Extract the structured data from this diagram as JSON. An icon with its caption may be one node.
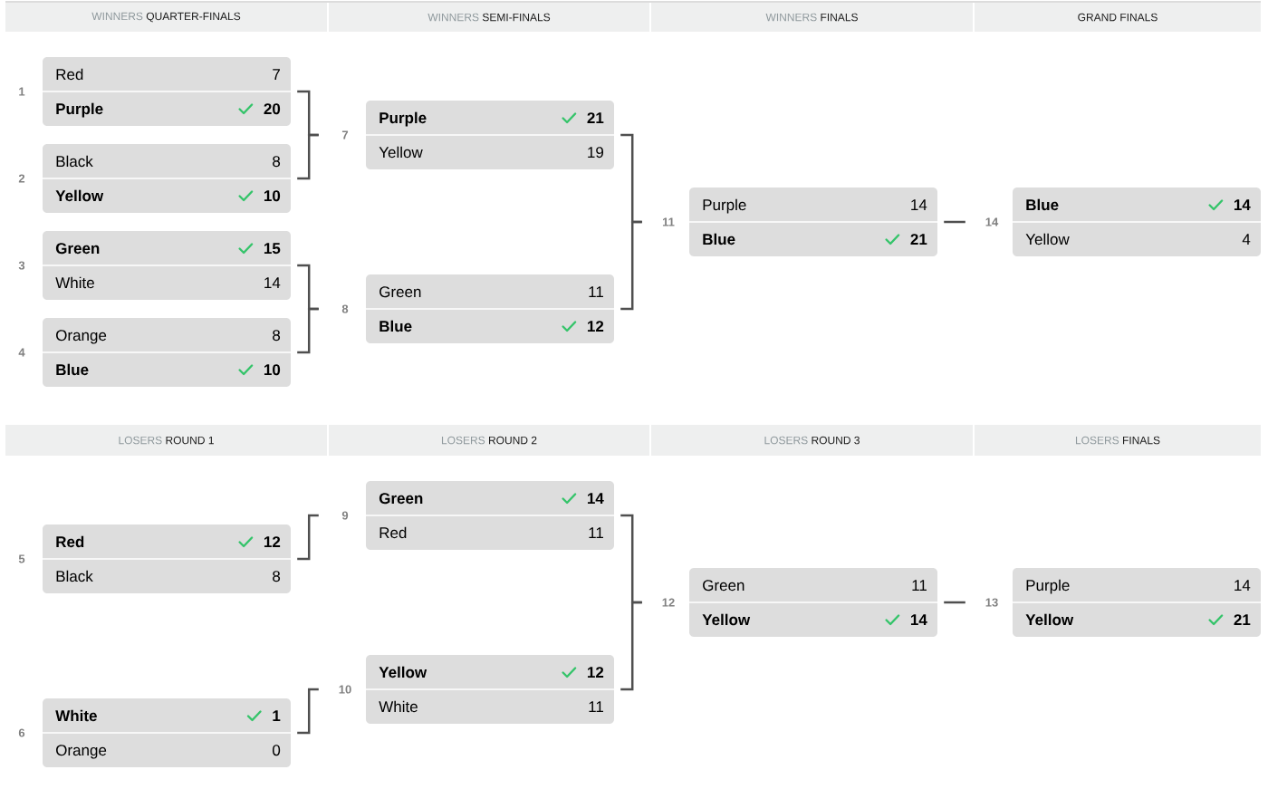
{
  "diagram": {
    "nodes": [
      {
        "text": [
          "WINNERS",
          "QUARTER-FINALS"
        ]
      },
      {
        "text": [
          "WINNERS",
          "SEMI-FINALS"
        ]
      },
      {
        "text": [
          "WINNERS",
          "FINALS"
        ]
      },
      {
        "text": [
          "GRAND FINALS"
        ]
      },
      {
        "text": [
          "Red",
          "7",
          "Purple",
          "20"
        ],
        "beside": [
          "1"
        ]
      },
      {
        "text": [
          "Black",
          "8",
          "Yellow",
          "10"
        ],
        "beside": [
          "2"
        ]
      },
      {
        "text": [
          "Green",
          "15",
          "White",
          "14"
        ],
        "beside": [
          "3"
        ]
      },
      {
        "text": [
          "Orange",
          "8",
          "Blue",
          "10"
        ],
        "beside": [
          "4"
        ]
      },
      {
        "text": [
          "Purple",
          "21",
          "Yellow",
          "19"
        ],
        "beside": [
          "7"
        ]
      },
      {
        "text": [
          "Green",
          "11",
          "Blue",
          "12"
        ],
        "beside": [
          "8"
        ]
      },
      {
        "text": [
          "Purple",
          "14",
          "Blue",
          "21"
        ],
        "beside": [
          "11"
        ]
      },
      {
        "text": [
          "Blue",
          "14",
          "Yellow",
          "4"
        ],
        "beside": [
          "14"
        ]
      },
      {
        "text": [
          "LOSERS",
          "ROUND 1"
        ]
      },
      {
        "text": [
          "LOSERS",
          "ROUND 2"
        ]
      },
      {
        "text": [
          "LOSERS",
          "ROUND 3"
        ]
      },
      {
        "text": [
          "LOSERS",
          "FINALS"
        ]
      },
      {
        "text": [
          "Red",
          "12",
          "Black",
          "8"
        ],
        "beside": [
          "5"
        ]
      },
      {
        "text": [
          "White",
          "1",
          "Orange",
          "0"
        ],
        "beside": [
          "6"
        ]
      },
      {
        "text": [
          "Green",
          "14",
          "Red",
          "11"
        ],
        "beside": [
          "9"
        ]
      },
      {
        "text": [
          "Yellow",
          "12",
          "White",
          "11"
        ],
        "beside": [
          "10"
        ]
      },
      {
        "text": [
          "Green",
          "11",
          "Yellow",
          "14"
        ],
        "beside": [
          "12"
        ]
      },
      {
        "text": [
          "Purple",
          "14",
          "Yellow",
          "21"
        ],
        "beside": [
          "13"
        ]
      }
    ],
    "edges": [
      {
        "from": 4,
        "to": 8,
        "arrow": "none"
      },
      {
        "from": 5,
        "to": 8,
        "arrow": "none"
      },
      {
        "from": 6,
        "to": 9,
        "arrow": "none"
      },
      {
        "from": 7,
        "to": 9,
        "arrow": "none"
      },
      {
        "from": 8,
        "to": 10,
        "arrow": "none"
      },
      {
        "from": 9,
        "to": 10,
        "arrow": "none"
      },
      {
        "from": 10,
        "to": 11,
        "arrow": "none"
      },
      {
        "from": 16,
        "to": 18,
        "arrow": "none"
      },
      {
        "from": 17,
        "to": 19,
        "arrow": "none"
      },
      {
        "from": 18,
        "to": 20,
        "arrow": "none"
      },
      {
        "from": 19,
        "to": 20,
        "arrow": "none"
      },
      {
        "from": 20,
        "to": 21,
        "arrow": "none"
      }
    ]
  }
}
